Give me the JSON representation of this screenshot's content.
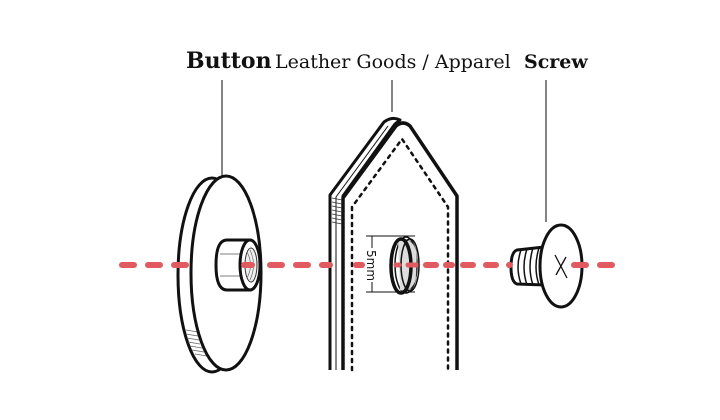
{
  "labels": {
    "button": "Button",
    "leather": "Leather Goods / Apparel",
    "screw": "Screw"
  },
  "dimension": {
    "text": "5mm"
  },
  "colors": {
    "axis_line": "#e05a5f",
    "ink": "#111111",
    "background": "#ffffff"
  }
}
